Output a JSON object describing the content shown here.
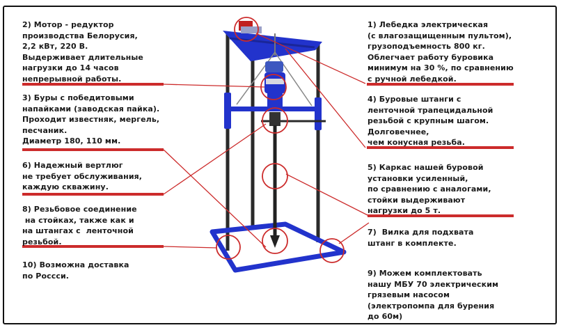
{
  "notes": {
    "n1": "1) Лебедка электрическая\n(с влагозащищенным пультом),\nгрузоподъемность 800 кг.\nОблегчает работу буровика\nминимум на 30 %, по сравнению\nс ручной лебедкой.",
    "n2": "2) Мотор - редуктор\nпроизводства Белорусия,\n2,2 кВт, 220 В.\nВыдерживает длительные\nнагрузки до 14 часов\nнепрерывной работы.",
    "n3": "3) Буры с победитовыми\nнапайками (заводская пайка).\nПроходит известняк, мергель,\nпесчаник.\nДиаметр 180, 110 мм.",
    "n4": "4) Буровые штанги с\nленточной трапецидальной\nрезьбой с крупным шагом.\nДолговечнее,\nчем конусная резьба.",
    "n5": "5) Каркас нашей буровой\nустановки усиленный,\nпо сравнению с аналогами,\nстойки выдерживают\nнагрузки до 5 т.",
    "n6": "6) Надежный вертлюг\nне требует обслуживания,\nкаждую скважину.",
    "n7": "7)  Вилка для подхвата\nштанг в комплекте.",
    "n8": "8) Резьбовое соединение\n на стойках, также как и\nна штангах с  ленточной\nрезьбой.",
    "n9": "9) Можем комплектовать\nнашу МБУ 70 электрическим\nгрязевым насосом\n(электропомпа для бурения\nдо 60м)",
    "n10": "10) Возможна доставка\nпо Россси."
  },
  "colors": {
    "frame_blue": "#2233cc",
    "callout_red": "#cc2b2b",
    "post": "#2a2a2a"
  }
}
